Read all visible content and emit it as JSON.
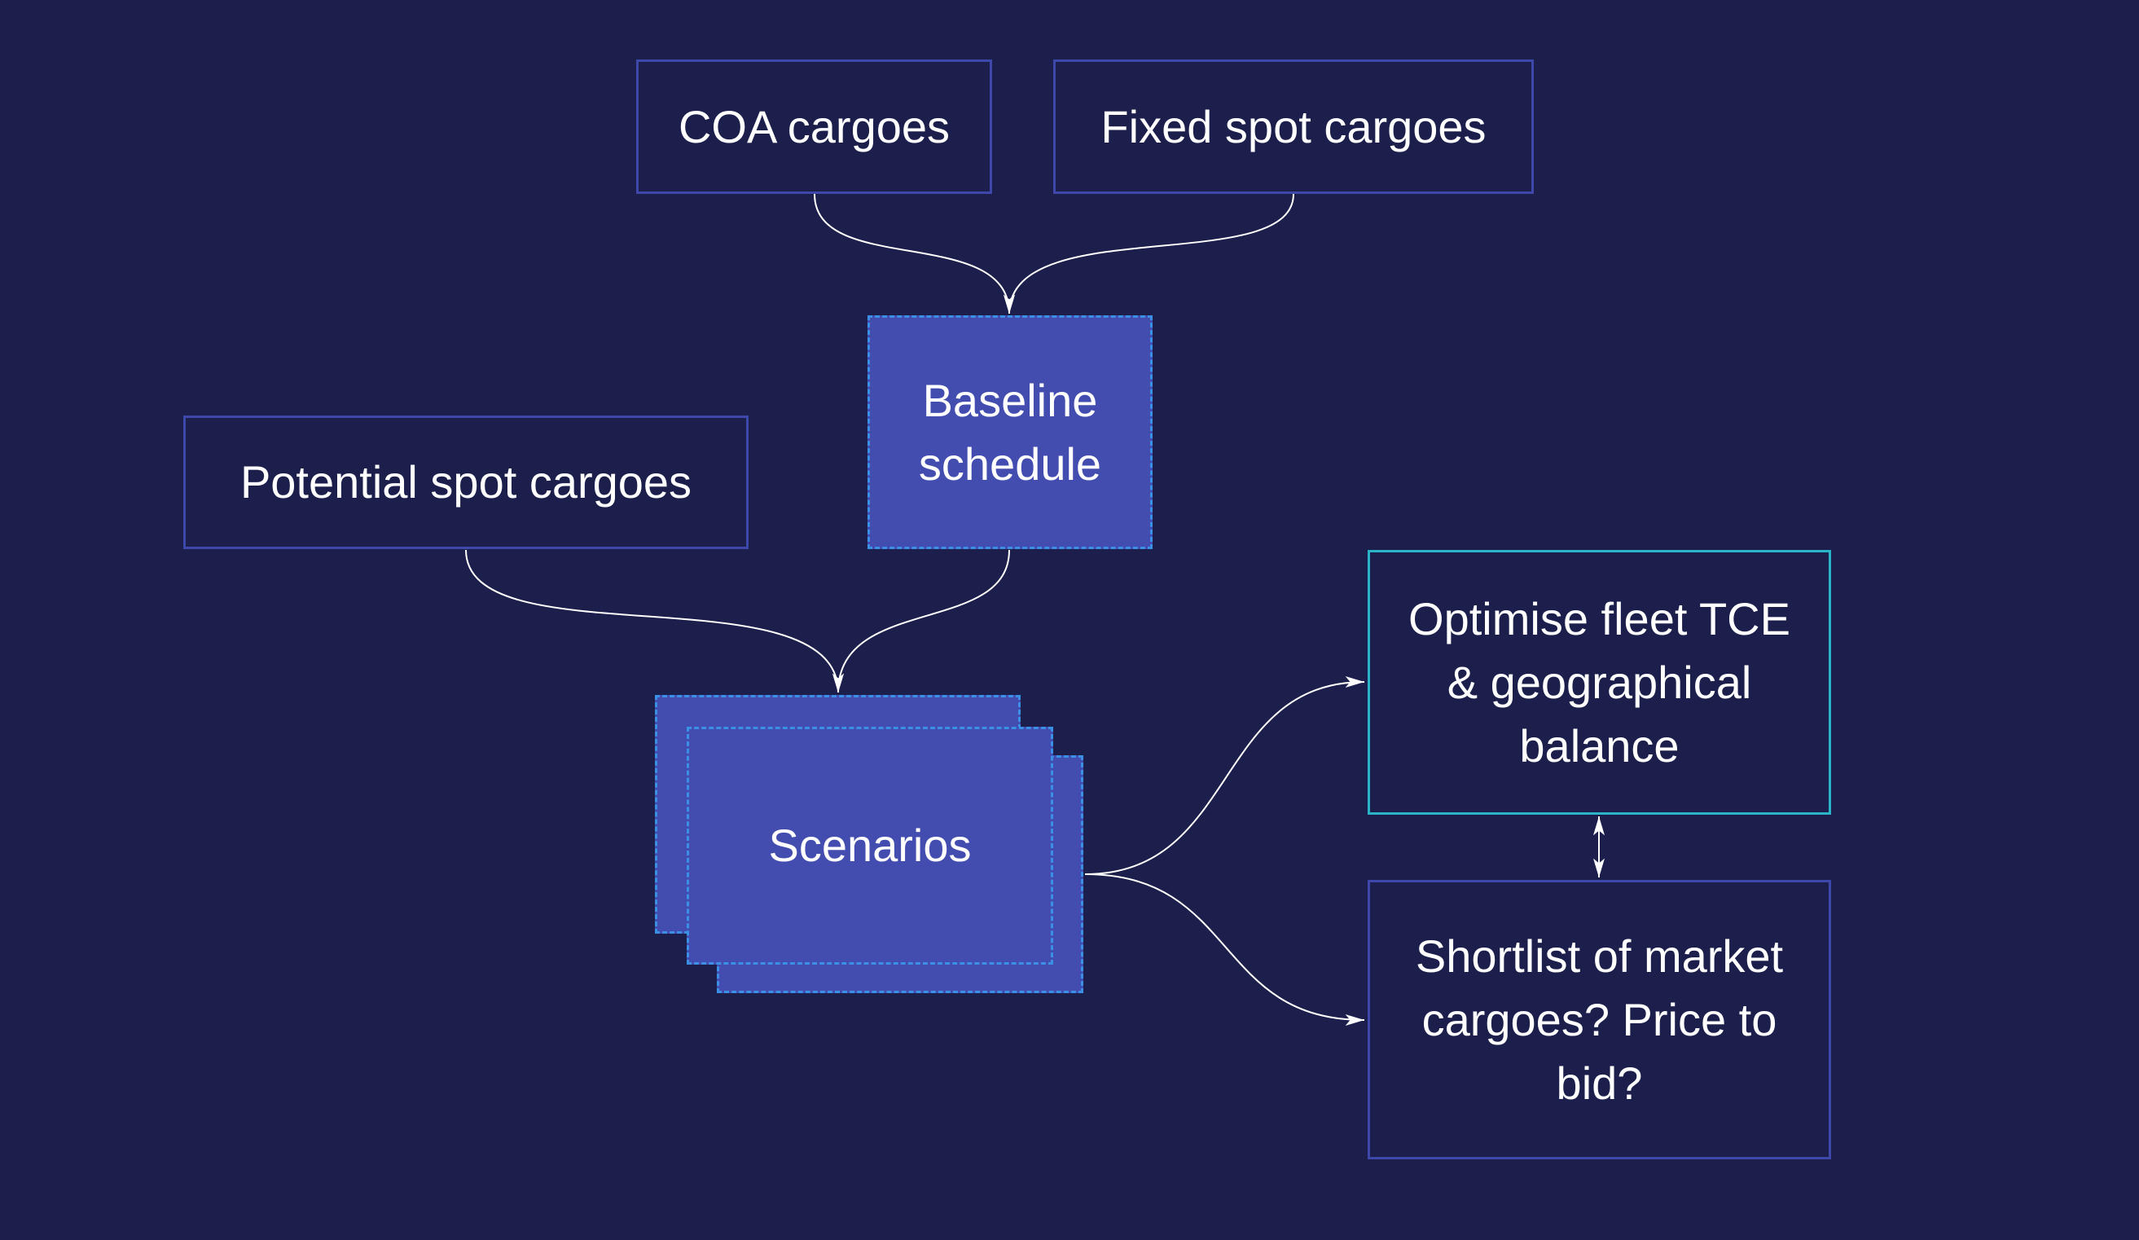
{
  "diagram": {
    "nodes": {
      "coa": {
        "label": "COA cargoes"
      },
      "fixed_spot": {
        "label": "Fixed spot cargoes"
      },
      "baseline": {
        "label": "Baseline\nschedule"
      },
      "potential_spot": {
        "label": "Potential spot cargoes"
      },
      "scenarios": {
        "label": "Scenarios"
      },
      "optimise": {
        "label": "Optimise fleet TCE\n& geographical\nbalance"
      },
      "shortlist": {
        "label": "Shortlist of market\ncargoes? Price to\nbid?"
      }
    },
    "edges": [
      {
        "from": "COA cargoes",
        "to": "Baseline schedule",
        "type": "arrow"
      },
      {
        "from": "Fixed spot cargoes",
        "to": "Baseline schedule",
        "type": "arrow"
      },
      {
        "from": "Potential spot cargoes",
        "to": "Scenarios",
        "type": "arrow"
      },
      {
        "from": "Baseline schedule",
        "to": "Scenarios",
        "type": "arrow"
      },
      {
        "from": "Scenarios",
        "to": "Optimise fleet TCE & geographical balance",
        "type": "arrow"
      },
      {
        "from": "Scenarios",
        "to": "Shortlist of market cargoes? Price to bid?",
        "type": "arrow"
      },
      {
        "from": "Optimise fleet TCE & geographical balance",
        "to": "Shortlist of market cargoes? Price to bid?",
        "type": "bidirectional"
      }
    ],
    "colors": {
      "background": "#1c1f4b",
      "box_border": "#3e48aa",
      "highlight_border": "#2ab4c8",
      "filled_box": "#434db0",
      "dashed_border": "#3b8fe4",
      "connector": "#ffffff"
    }
  }
}
